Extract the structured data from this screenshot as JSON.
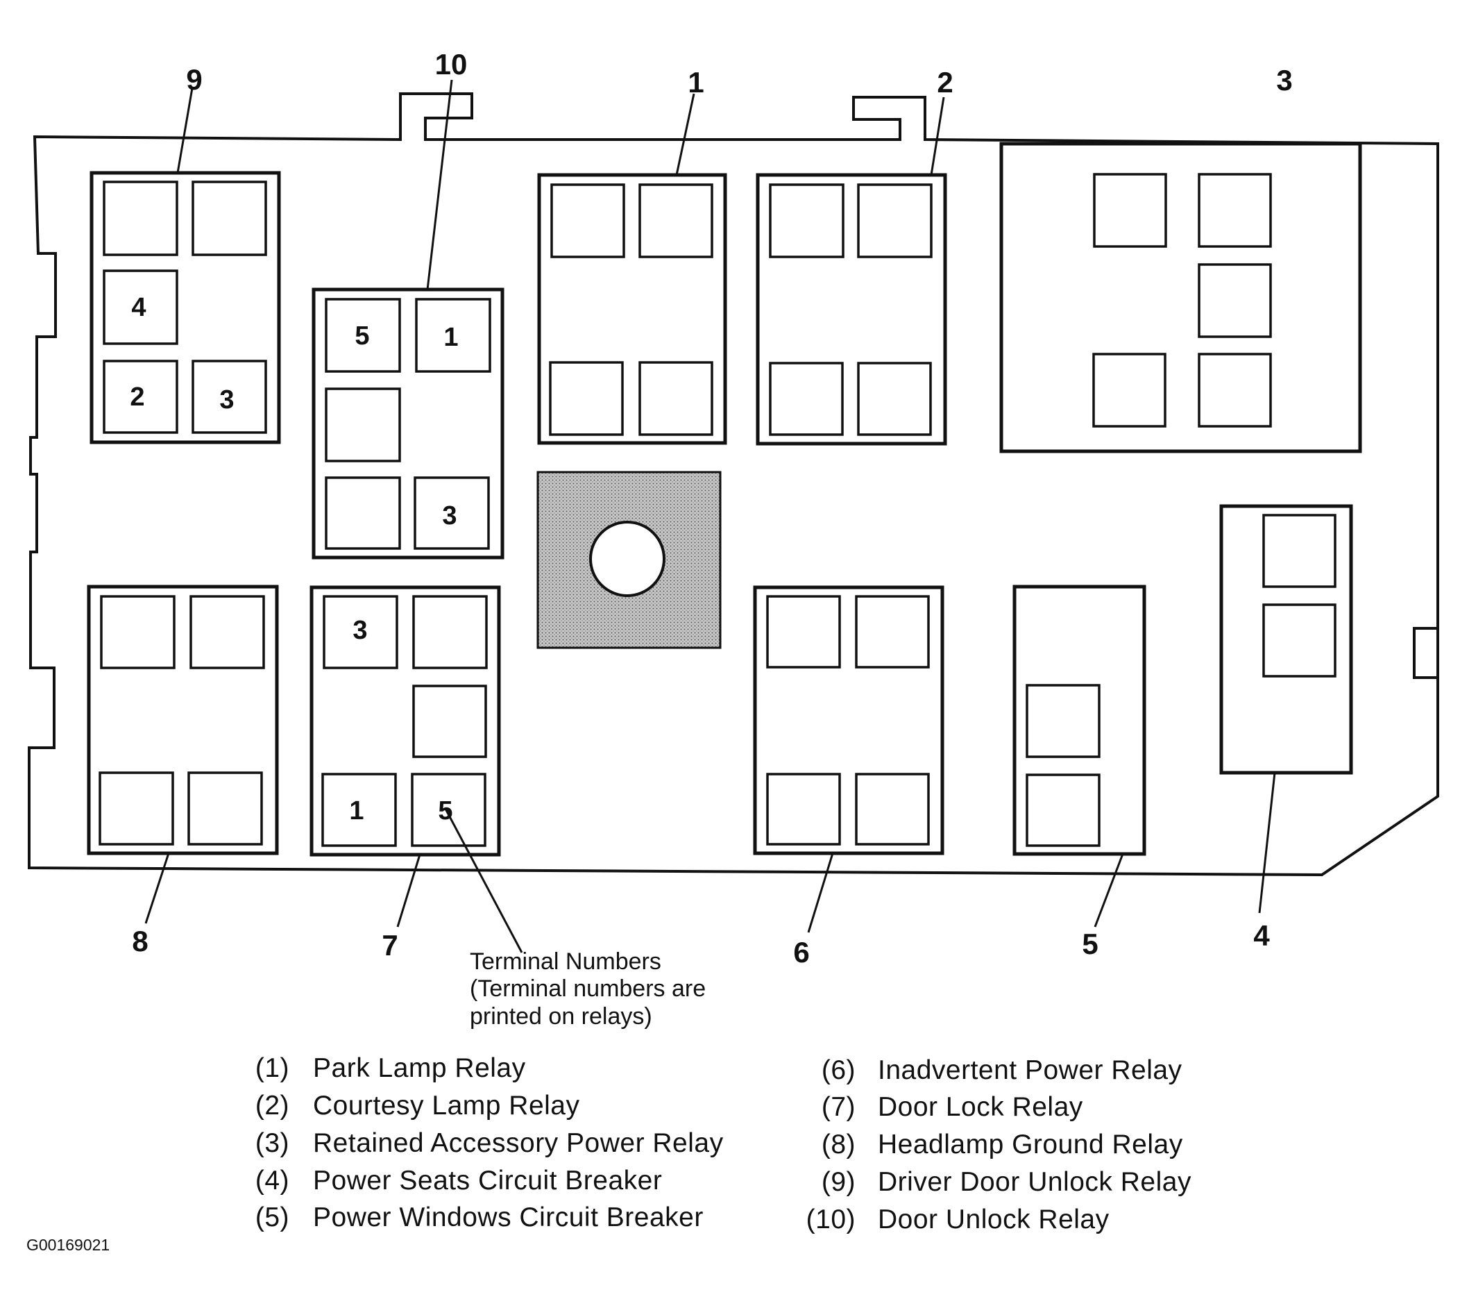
{
  "callouts": {
    "c1": "1",
    "c2": "2",
    "c3": "3",
    "c4": "4",
    "c5": "5",
    "c6": "6",
    "c7": "7",
    "c8": "8",
    "c9": "9",
    "c10": "10"
  },
  "terminals": {
    "r9": {
      "t4": "4",
      "t2": "2",
      "t3": "3"
    },
    "r10": {
      "t5": "5",
      "t1": "1",
      "t3": "3"
    },
    "r7": {
      "t3": "3",
      "t1": "1",
      "t5": "5"
    }
  },
  "note": {
    "line1": "Terminal Numbers",
    "line2": "(Terminal numbers are",
    "line3": "printed on relays)"
  },
  "legend": {
    "left": [
      {
        "num": "(1)",
        "label": "Park Lamp Relay"
      },
      {
        "num": "(2)",
        "label": "Courtesy Lamp Relay"
      },
      {
        "num": "(3)",
        "label": "Retained Accessory Power Relay"
      },
      {
        "num": "(4)",
        "label": "Power Seats Circuit Breaker"
      },
      {
        "num": "(5)",
        "label": "Power Windows Circuit Breaker"
      }
    ],
    "right": [
      {
        "num": "(6)",
        "label": "Inadvertent Power Relay"
      },
      {
        "num": "(7)",
        "label": "Door Lock Relay"
      },
      {
        "num": "(8)",
        "label": "Headlamp Ground Relay"
      },
      {
        "num": "(9)",
        "label": "Driver Door Unlock Relay"
      },
      {
        "num": "(10)",
        "label": "Door Unlock Relay"
      }
    ]
  },
  "figure_id": "G00169021"
}
